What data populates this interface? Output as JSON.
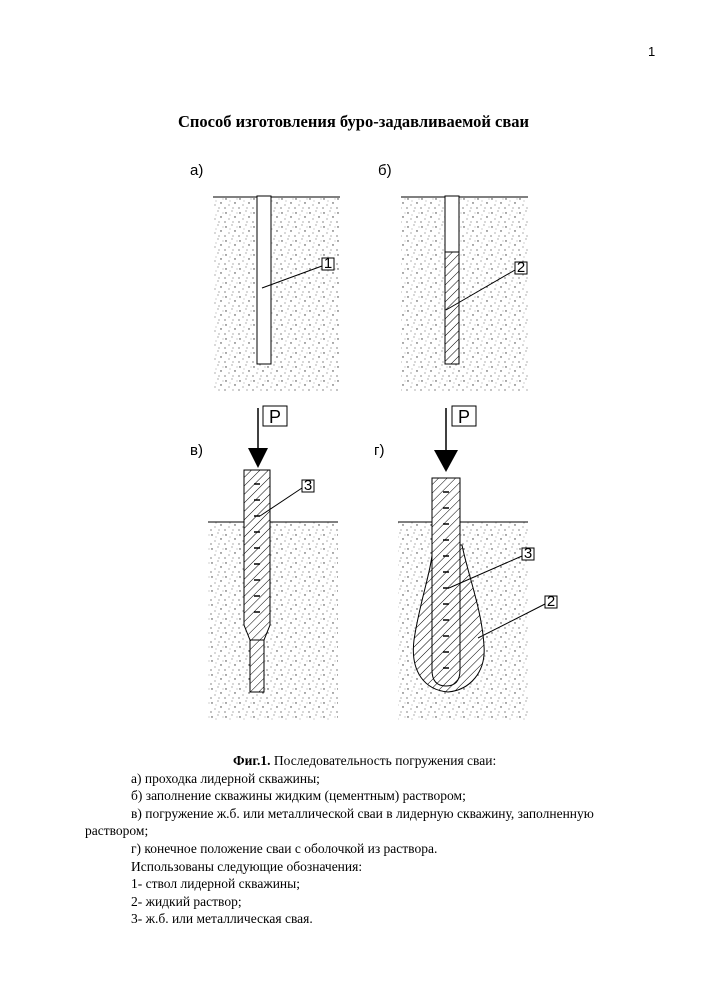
{
  "page_number": "1",
  "title": "Способ изготовления буро-задавливаемой сваи",
  "figure": {
    "panel_labels": [
      "а)",
      "б)",
      "в)",
      "г)"
    ],
    "load_label": "P",
    "callouts": [
      "1",
      "2",
      "3",
      "3",
      "2"
    ]
  },
  "caption": {
    "heading_bold": "Фиг.1.",
    "heading_rest": " Последовательность погружения сваи:",
    "items": [
      "а) проходка лидерной скважины;",
      "б) заполнение скважины жидким (цементным) раствором;",
      "в) погружение ж.б. или металлической сваи в лидерную скважину, заполненную"
    ],
    "item_c_cont": "раствором;",
    "item_d": "г) конечное положение сваи с оболочкой из раствора.",
    "legend_heading": "Использованы следующие обозначения:",
    "legend": [
      "1- ствол лидерной скважины;",
      "2- жидкий раствор;",
      "3- ж.б. или металлическая свая."
    ]
  }
}
